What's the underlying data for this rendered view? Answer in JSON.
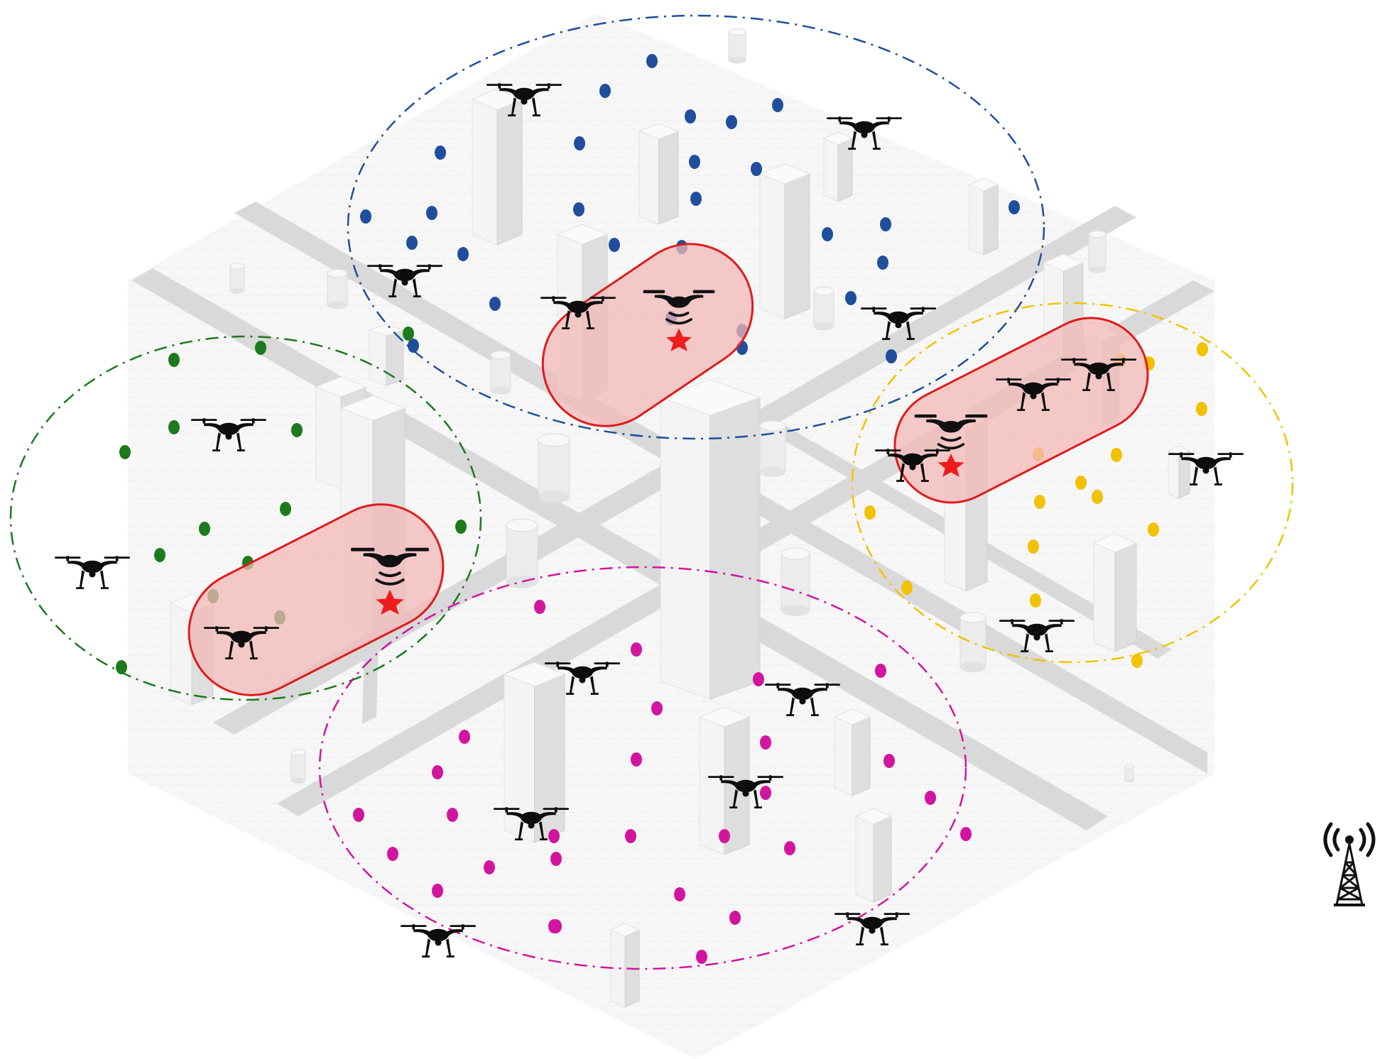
{
  "colors": {
    "background": "#ffffff",
    "ground": "#f7f7f7",
    "grid": "#e9e9e9",
    "road": "#d9d9d9",
    "building_light": "#f4f4f4",
    "building_shade": "#dedede",
    "drone": "#0d0d0d",
    "jammer": "#111111",
    "jammer_star": "#ee1c1c",
    "jam_zone_fill": "#f4b8b8",
    "jam_zone_stroke": "#e01b1b",
    "tower": "#111111"
  },
  "icons": {
    "drone": "quadcopter-drone-icon",
    "jammer": "eavesdropper-jammer-icon",
    "tower": "base-station-tower-icon"
  },
  "clusters": [
    {
      "id": "blue",
      "color": "#1f4e9c",
      "dash": "dash-dot"
    },
    {
      "id": "green",
      "color": "#1c7a1c",
      "dash": "dash-dot"
    },
    {
      "id": "yellow",
      "color": "#f2c200",
      "dash": "dash-dot"
    },
    {
      "id": "magenta",
      "color": "#d2159f",
      "dash": "dash-dot"
    }
  ],
  "jammer_count": 3,
  "drone_count": 19,
  "base_station_count": 1
}
